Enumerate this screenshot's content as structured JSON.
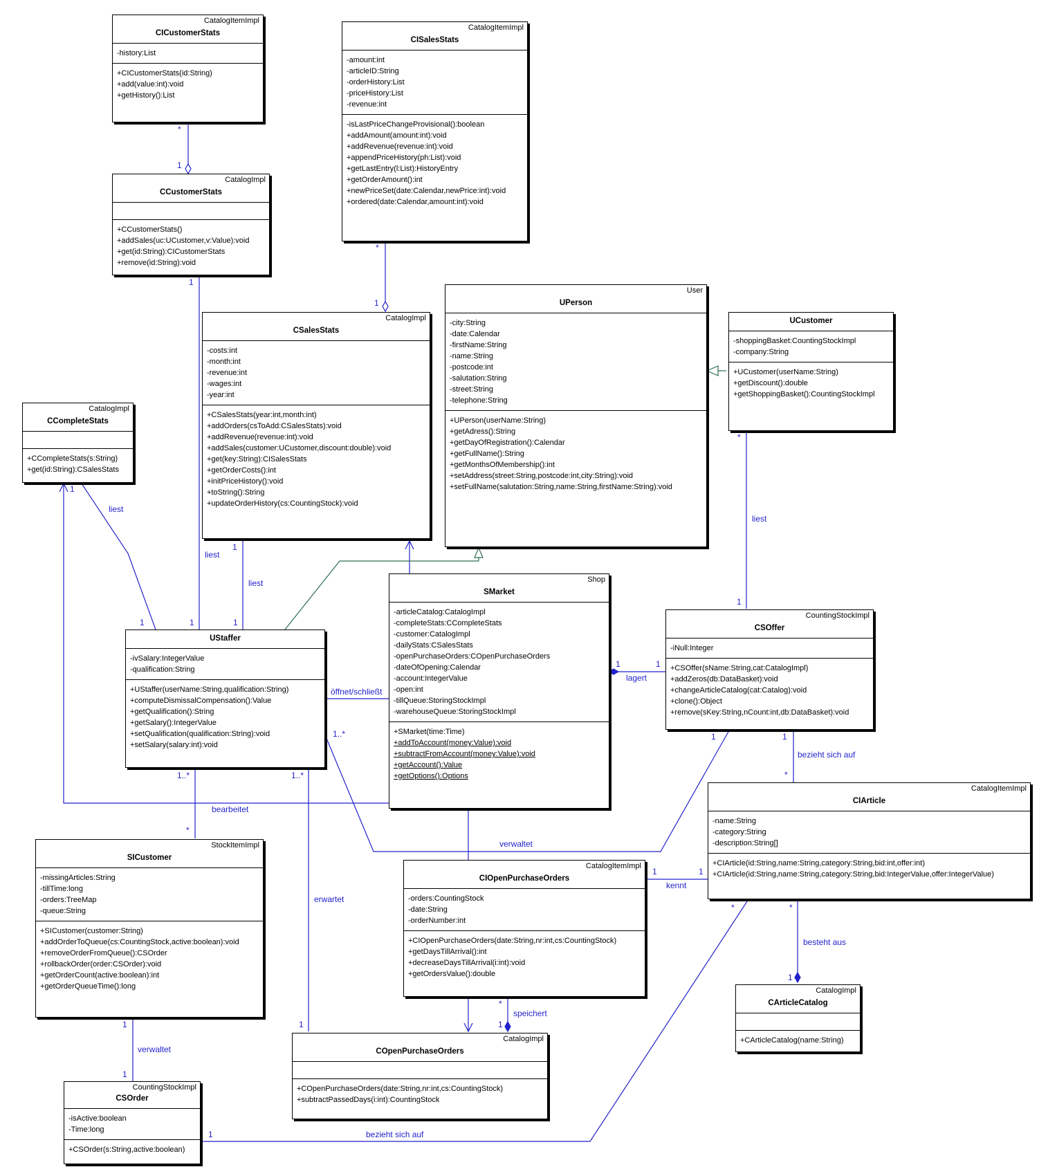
{
  "colors": {
    "association": "#2222cc",
    "inheritance": "#2e6e4e",
    "box_border": "#000000"
  },
  "classes": {
    "cicustomerstats": {
      "stereotype": "CatalogItemImpl",
      "name": "CICustomerStats",
      "attributes": [
        "-history:List"
      ],
      "operations": [
        "+CICustomerStats(id:String)",
        "+add(value:int):void",
        "+getHistory():List"
      ]
    },
    "cisalesstats": {
      "stereotype": "CatalogItemImpl",
      "name": "CISalesStats",
      "attributes": [
        "-amount:int",
        "-articleID:String",
        "-orderHistory:List",
        "-priceHistory:List",
        "-revenue:int"
      ],
      "operations": [
        "-isLastPriceChangeProvisional():boolean",
        "+addAmount(amount:int):void",
        "+addRevenue(revenue:int):void",
        "+appendPriceHistory(ph:List):void",
        "+getLastEntry(l:List):HistoryEntry",
        "+getOrderAmount():int",
        "+newPriceSet(date:Calendar,newPrice:int):void",
        "+ordered(date:Calendar,amount:int):void"
      ]
    },
    "ccustomerstats": {
      "stereotype": "CatalogImpl",
      "name": "CCustomerStats",
      "attributes": [],
      "operations": [
        "+CCustomerStats()",
        "+addSales(uc:UCustomer,v:Value):void",
        "+get(id:String):CICustomerStats",
        "+remove(id:String):void"
      ]
    },
    "uperson": {
      "stereotype": "User",
      "name": "UPerson",
      "attributes": [
        "-city:String",
        "-date:Calendar",
        "-firstName:String",
        "-name:String",
        "-postcode:int",
        "-salutation:String",
        "-street:String",
        "-telephone:String"
      ],
      "operations": [
        "+UPerson(userName:String)",
        "+getAdress():String",
        "+getDayOfRegistration():Calendar",
        "+getFullName():String",
        "+getMonthsOfMembership():int",
        "+setAddress(street:String,postcode:int,city:String):void",
        "+setFullName(salutation:String,name:String,firstName:String):void"
      ]
    },
    "ucustomer": {
      "stereotype": "",
      "name": "UCustomer",
      "attributes": [
        "-shoppingBasket:CountingStockImpl",
        "-company:String"
      ],
      "operations": [
        "+UCustomer(userName:String)",
        "+getDiscount():double",
        "+getShoppingBasket():CountingStockImpl"
      ]
    },
    "csalesstats": {
      "stereotype": "CatalogImpl",
      "name": "CSalesStats",
      "attributes": [
        "-costs:int",
        "-month:int",
        "-revenue:int",
        "-wages:int",
        "-year:int"
      ],
      "operations": [
        "+CSalesStats(year:int,month:int)",
        "+addOrders(csToAdd:CSalesStats):void",
        "+addRevenue(revenue:int):void",
        "+addSales(customer:UCustomer,discount:double):void",
        "+get(key:String):CISalesStats",
        "+getOrderCosts():int",
        "+initPriceHistory():void",
        "+toString():String",
        "+updateOrderHistory(cs:CountingStock):void"
      ]
    },
    "ccompletestats": {
      "stereotype": "CatalogImpl",
      "name": "CCompleteStats",
      "attributes": [],
      "operations": [
        "+CCompleteStats(s:String)",
        "+get(id:String):CSalesStats"
      ]
    },
    "smarket": {
      "stereotype": "Shop",
      "name": "SMarket",
      "attributes": [
        "-articleCatalog:CatalogImpl",
        "-completeStats:CCompleteStats",
        "-customer:CatalogImpl",
        "-dailyStats:CSalesStats",
        "-openPurchaseOrders:COpenPurchaseOrders",
        "-dateOfOpening:Calendar",
        "-account:IntegerValue",
        "-open:int",
        "-tillQueue:StoringStockImpl",
        "-warehouseQueue:StoringStockImpl"
      ],
      "operations": [
        "+SMarket(time:Time)",
        "+addToAccount(money:Value):void",
        "+subtractFromAccount(money:Value):void",
        "+getAccount():Value",
        "+getOptions():Options"
      ]
    },
    "ustaffer": {
      "stereotype": "",
      "name": "UStaffer",
      "attributes": [
        "-ivSalary:IntegerValue",
        "-qualification:String"
      ],
      "operations": [
        "+UStaffer(userName:String,qualification:String)",
        "+computeDismissalCompensation():Value",
        "+getQualification():String",
        "+getSalary():IntegerValue",
        "+setQualification(qualification:String):void",
        "+setSalary(salary:int):void"
      ]
    },
    "csoffer": {
      "stereotype": "CountingStockImpl",
      "name": "CSOffer",
      "attributes": [
        "-iNull:Integer"
      ],
      "operations": [
        "+CSOffer(sName:String,cat:CatalogImpl)",
        "+addZeros(db:DataBasket):void",
        "+changeArticleCatalog(cat:Catalog):void",
        "+clone():Object",
        "+remove(sKey:String,nCount:int,db:DataBasket):void"
      ]
    },
    "ciarticle": {
      "stereotype": "CatalogItemImpl",
      "name": "CIArticle",
      "attributes": [
        "-name:String",
        "-category:String",
        "-description:String[]"
      ],
      "operations": [
        "+CIArticle(id:String,name:String,category:String,bid:int,offer:int)",
        "+CIArticle(id:String,name:String,category:String,bid:IntegerValue,offer:IntegerValue)"
      ]
    },
    "sicustomer": {
      "stereotype": "StockItemImpl",
      "name": "SICustomer",
      "attributes": [
        "-missingArticles:String",
        "-tillTime:long",
        "-orders:TreeMap",
        "-queue:String"
      ],
      "operations": [
        "+SICustomer(customer:String)",
        "+addOrderToQueue(cs:CountingStock,active:boolean):void",
        "+removeOrderFromQueue():CSOrder",
        "+rollbackOrder(order:CSOrder):void",
        "+getOrderCount(active:boolean):int",
        "+getOrderQueueTime():long"
      ]
    },
    "ciopenpurchaseorders": {
      "stereotype": "CatalogItemImpl",
      "name": "CIOpenPurchaseOrders",
      "attributes": [
        "-orders:CountingStock",
        "-date:String",
        "-orderNumber:int"
      ],
      "operations": [
        "+CIOpenPurchaseOrders(date:String,nr:int,cs:CountingStock)",
        "+getDaysTillArrival():int",
        "+decreaseDaysTillArrival(i:int):void",
        "+getOrdersValue():double"
      ]
    },
    "carticlecatalog": {
      "stereotype": "CatalogImpl",
      "name": "CArticleCatalog",
      "attributes": [],
      "operations": [
        "+CArticleCatalog(name:String)"
      ]
    },
    "copenpurchaseorders": {
      "stereotype": "CatalogImpl",
      "name": "COpenPurchaseOrders",
      "attributes": [],
      "operations": [
        "+COpenPurchaseOrders(date:String,nr:int,cs:CountingStock)",
        "+subtractPassedDays(i:int):CountingStock"
      ]
    },
    "csorder": {
      "stereotype": "CountingStockImpl",
      "name": "CSOrder",
      "attributes": [
        "-isActive:boolean",
        "-Time:long"
      ],
      "operations": [
        "+CSOrder(s:String,active:boolean)"
      ]
    }
  },
  "smarket_underlined_ops": [
    "+addToAccount(money:Value):void",
    "+subtractFromAccount(money:Value):void",
    "+getAccount():Value",
    "+getOptions():Options"
  ],
  "association_labels": {
    "liest_ccompletestats": "liest",
    "liest_ccustomerstats": "liest",
    "liest_csalesstats": "liest",
    "liest_ucustomer": "liest",
    "oeffnet_schliesst": "öffnet/schließt",
    "lagert": "lagert",
    "bearbeitet": "bearbeitet",
    "verwaltet_csoffer": "verwaltet",
    "bezieht_sich_auf_ciarticle": "bezieht sich auf",
    "kennt": "kennt",
    "besteht_aus": "besteht aus",
    "erwartet": "erwartet",
    "speichert": "speichert",
    "verwaltet_csorder": "verwaltet",
    "bezieht_sich_auf_csorder": "bezieht sich auf"
  },
  "multiplicities": {
    "m01": "*",
    "m02": "1",
    "m03": "*",
    "m04": "1",
    "m05": "1",
    "m06": "1",
    "m07": "1",
    "m08": "1",
    "m09": "1",
    "m10": "1",
    "m11": "*",
    "m12": "1",
    "m13": "1",
    "m14": "1",
    "m15": "1..*",
    "m16": "1..*",
    "m17": "1..*",
    "m18": "*",
    "m19": "1",
    "m20": "1",
    "m21": "*",
    "m22": "1",
    "m23": "1",
    "m24": "*",
    "m25": "*",
    "m26": "1",
    "m27": "*",
    "m28": "1",
    "m29": "1",
    "m30": "1",
    "m31": "1",
    "m32": "1"
  }
}
